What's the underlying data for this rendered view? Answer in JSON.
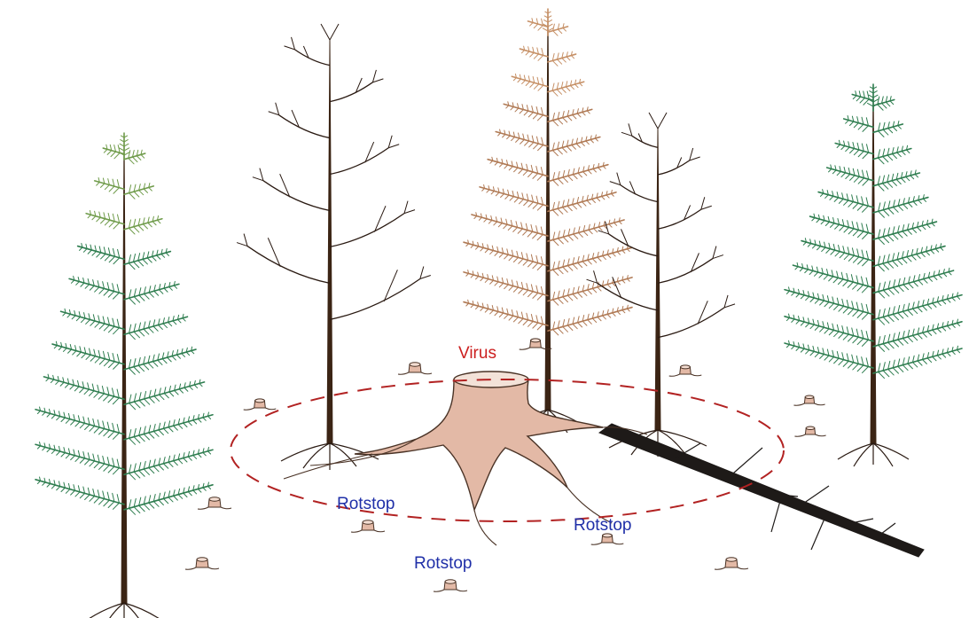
{
  "labels": {
    "virus": "Virus",
    "rotstop_left": "Rotstop",
    "rotstop_right": "Rotstop",
    "rotstop_bottom": "Rotstop"
  },
  "colors": {
    "virus_text": "#cc1f1f",
    "rotstop_text": "#1f2fa8",
    "infection_ring": "#b22222",
    "healthy_foliage": "#2e7d4f",
    "healthy_foliage_light": "#6f9b4a",
    "dead_foliage": "#b07a55",
    "bare_branches": "#2a1a12",
    "trunk": "#3b2414",
    "stump_fill": "#e3b9a6",
    "stump_outline": "#4a3326"
  }
}
